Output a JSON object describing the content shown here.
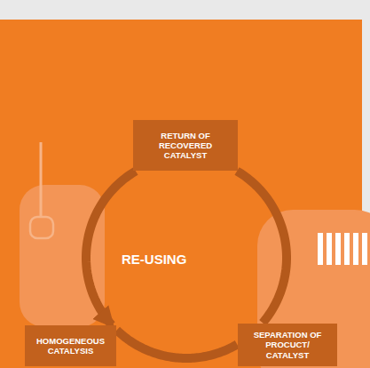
{
  "diagram": {
    "nodes": [
      {
        "text": [
          "RETURN OF RECOVERED CATALYST"
        ]
      },
      {
        "text": [
          "HOMOGENEOUS CATALYSIS"
        ]
      },
      {
        "text": [
          "SEPARATION OF PROCUCT/ CATALYST"
        ]
      }
    ],
    "edges": [
      {
        "from": 0,
        "to": 1,
        "arrow": "to"
      },
      {
        "from": 1,
        "to": 2,
        "arrow": "none"
      },
      {
        "from": 2,
        "to": 0,
        "arrow": "none"
      }
    ],
    "labels": [
      "RE-USING"
    ]
  }
}
